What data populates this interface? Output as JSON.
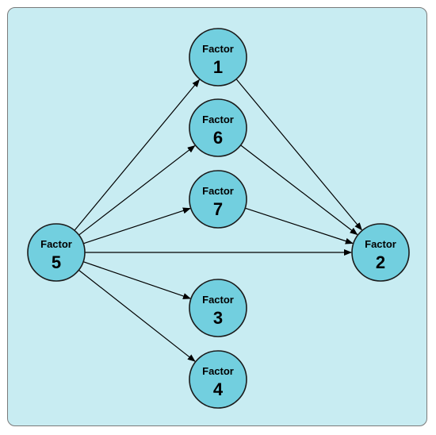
{
  "colors": {
    "panel_background": "#c8ecf2",
    "panel_border": "#7a7a7a",
    "node_fill": "#72cfdf",
    "node_stroke": "#1a1a1a",
    "edge": "#000000"
  },
  "nodes": [
    {
      "id": "f1",
      "word": "Factor",
      "number": "1"
    },
    {
      "id": "f6",
      "word": "Factor",
      "number": "6"
    },
    {
      "id": "f7",
      "word": "Factor",
      "number": "7"
    },
    {
      "id": "f5",
      "word": "Factor",
      "number": "5"
    },
    {
      "id": "f2",
      "word": "Factor",
      "number": "2"
    },
    {
      "id": "f3",
      "word": "Factor",
      "number": "3"
    },
    {
      "id": "f4",
      "word": "Factor",
      "number": "4"
    }
  ],
  "edges": [
    {
      "from": "f5",
      "to": "f1"
    },
    {
      "from": "f5",
      "to": "f6"
    },
    {
      "from": "f5",
      "to": "f7"
    },
    {
      "from": "f5",
      "to": "f2"
    },
    {
      "from": "f5",
      "to": "f3"
    },
    {
      "from": "f5",
      "to": "f4"
    },
    {
      "from": "f1",
      "to": "f2"
    },
    {
      "from": "f6",
      "to": "f2"
    },
    {
      "from": "f7",
      "to": "f2"
    }
  ]
}
